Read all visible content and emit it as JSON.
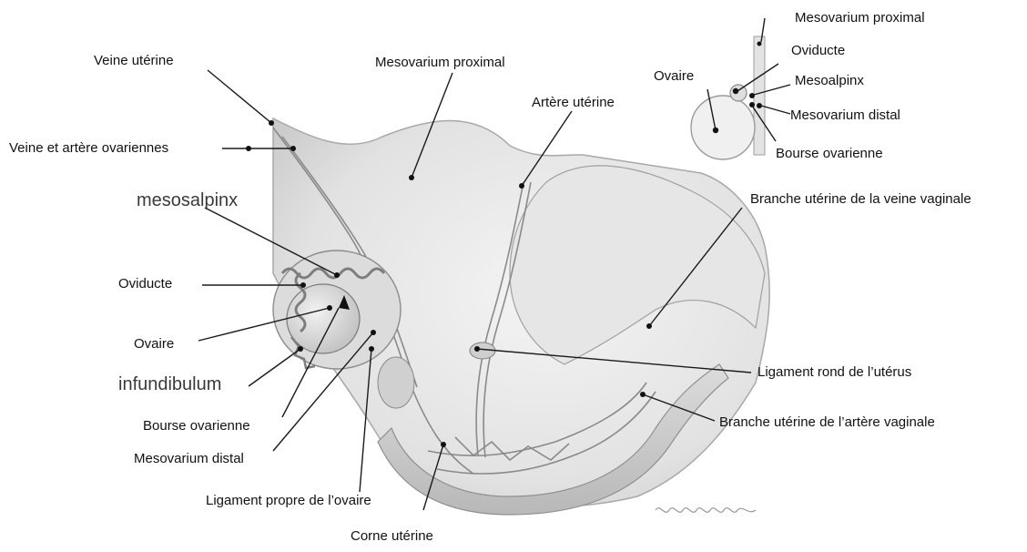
{
  "labels": {
    "veine_uterine": "Veine utérine",
    "veine_artere_ovariennes": "Veine et artère ovariennes",
    "mesosalpinx": "mesosalpinx",
    "oviducte": "Oviducte",
    "ovaire": "Ovaire",
    "infundibulum": "infundibulum",
    "bourse_ovarienne": "Bourse ovarienne",
    "mesovarium_distal": "Mesovarium distal",
    "ligament_propre": "Ligament propre de l’ovaire",
    "corne_uterine": "Corne utérine",
    "mesovarium_proximal": "Mesovarium proximal",
    "artere_uterine": "Artère utérine",
    "branche_veine_vaginale": "Branche utérine de la veine vaginale",
    "ligament_rond": "Ligament rond de l’utérus",
    "branche_artere_vaginale": "Branche utérine de l’artère vaginale"
  },
  "inset": {
    "mesovarium_proximal": "Mesovarium proximal",
    "oviducte": "Oviducte",
    "ovaire": "Ovaire",
    "mesoalpinx": "Mesoalpinx",
    "mesovarium_distal": "Mesovarium distal",
    "bourse_ovarienne": "Bourse ovarienne"
  },
  "colors": {
    "tissue_light": "#ececec",
    "tissue_mid": "#d2d2d2",
    "tissue_dark": "#9a9a9a",
    "leader": "#1a1a1a",
    "text": "#111111"
  }
}
